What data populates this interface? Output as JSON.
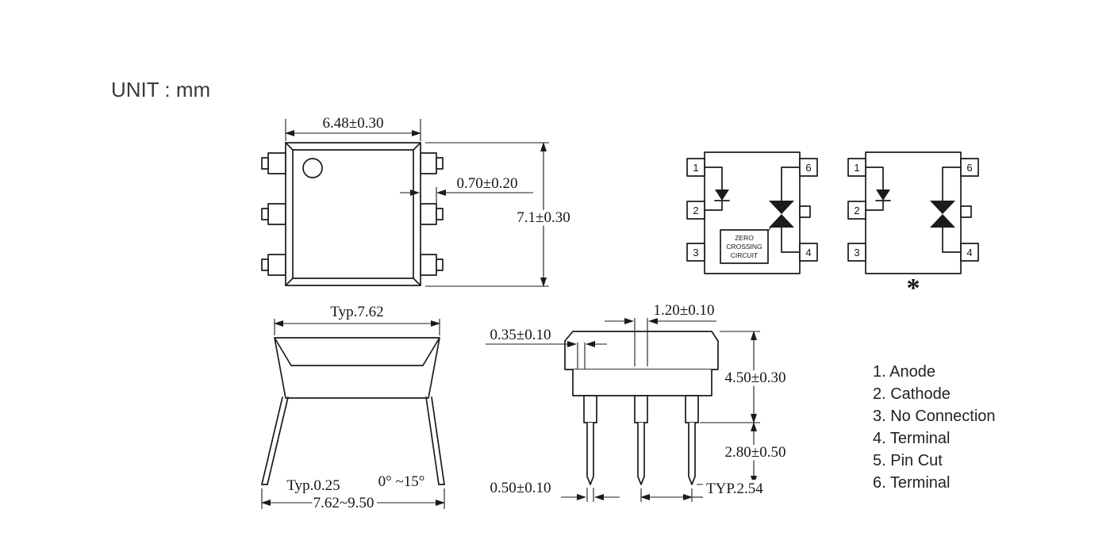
{
  "unit_label": "UNIT : mm",
  "colors": {
    "ink": "#1b1b1b",
    "background": "#ffffff"
  },
  "top_view": {
    "dim_width": "6.48±0.30",
    "dim_pin_length": "0.70±0.20",
    "dim_height": "7.1±0.30"
  },
  "schematics": {
    "pin_numbers": {
      "p1": "1",
      "p2": "2",
      "p3": "3",
      "p4": "4",
      "p6": "6"
    },
    "zero_crossing_lines": [
      "ZERO",
      "CROSSING",
      "CIRCUIT"
    ],
    "footnote_mark": "*"
  },
  "side_view": {
    "dim_body_width": "Typ.7.62",
    "dim_standoff": "Typ.0.25",
    "dim_lead_angle": "0° ~15°",
    "dim_lead_span": "7.62~9.50"
  },
  "front_view": {
    "dim_shoulder_width": "1.20±0.10",
    "dim_lead_thickness": "0.35±0.10",
    "dim_body_height": "4.50±0.30",
    "dim_lead_length": "2.80±0.50",
    "dim_lead_width": "0.50±0.10",
    "dim_pitch": "TYP.2.54"
  },
  "pin_legend": {
    "items": [
      "1. Anode",
      "2. Cathode",
      "3. No Connection",
      "4. Terminal",
      "5. Pin Cut",
      "6. Terminal"
    ]
  }
}
